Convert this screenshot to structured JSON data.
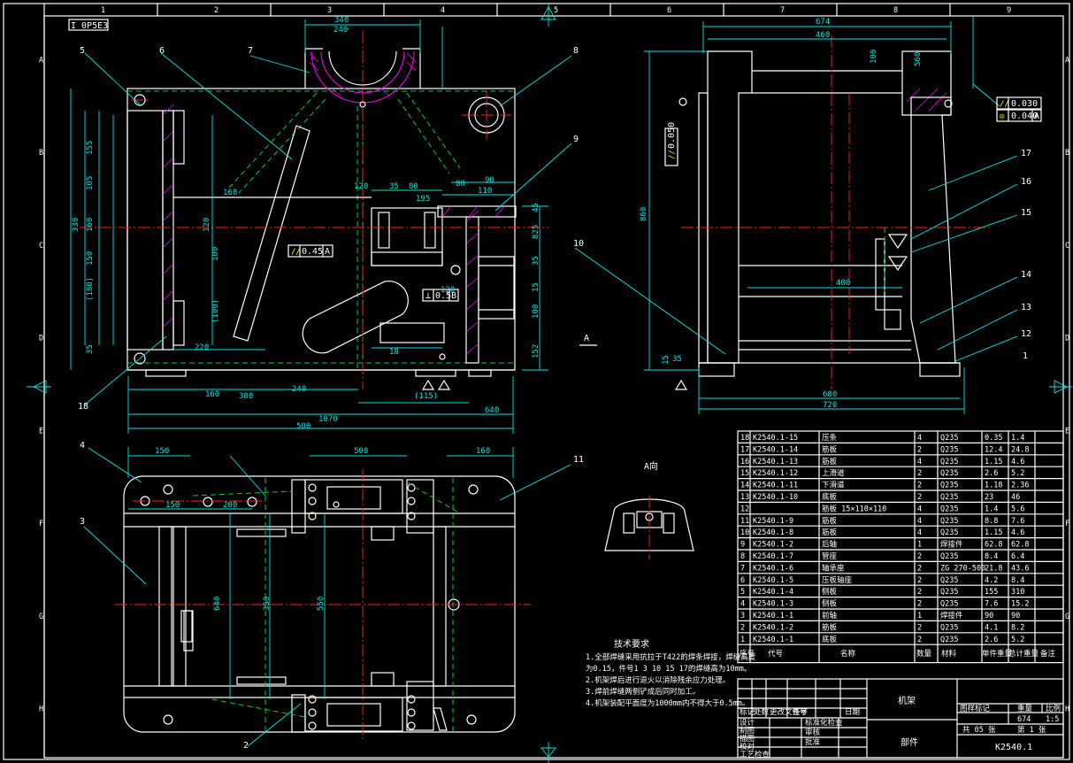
{
  "sheet": {
    "view_label": "I 0P5E3",
    "top_zone_numbers": [
      "1",
      "2",
      "3",
      "4",
      "5",
      "6",
      "7",
      "8",
      "9"
    ],
    "side_zone_letters": [
      "A",
      "B",
      "C",
      "D",
      "E",
      "F",
      "G",
      "H"
    ],
    "view_a_label": "A向",
    "view_a_arrow": "A"
  },
  "balloons": [
    "1",
    "2",
    "3",
    "4",
    "5",
    "6",
    "7",
    "8",
    "9",
    "10",
    "11",
    "12",
    "13",
    "14",
    "15",
    "16",
    "17",
    "18"
  ],
  "dimensions": {
    "front": [
      "340",
      "240",
      "155",
      "330",
      "160",
      "120",
      "100",
      "105",
      "150",
      "35",
      "(180)",
      "(100)",
      "220",
      "160",
      "80",
      "120",
      "35",
      "195",
      "152",
      "110",
      "90",
      "825",
      "300",
      "(115)",
      "640",
      "1070",
      "500",
      "15",
      "100",
      "45",
      "35",
      "18",
      "160",
      "240",
      "80",
      "120"
    ],
    "side": [
      "674",
      "460",
      "860",
      "100",
      "680",
      "720",
      "35",
      "400",
      "560",
      "15"
    ],
    "plan": [
      "150",
      "500",
      "160",
      "150",
      "200",
      "640",
      "350",
      "550"
    ]
  },
  "tolerances": {
    "front_parallel": [
      "//",
      "0.45",
      "A"
    ],
    "front_perp": [
      "⊥",
      "0.5",
      "B"
    ],
    "side_parallel": [
      "//",
      "0.030"
    ],
    "side_position": [
      "◎",
      "0.040",
      "A"
    ],
    "side_left": [
      "//",
      "0.050"
    ]
  },
  "notes": {
    "title": "技术要求",
    "lines": [
      "1.全部焊缝采用抗拉于T422的焊条焊接，焊缝高度",
      "为0.15，件号1 3 10 15 17的焊缝高为10mm。",
      "2.机架焊后进行退火以消除残余应力处理。",
      "3.焊前焊缝两侧铲成后同时加工。",
      "4.机架装配平面度为1000mm内不得大于0.5mm。"
    ]
  },
  "bom": {
    "headers": [
      "序号",
      "代号",
      "名称",
      "数量",
      "材料",
      "单件重量",
      "总计重量",
      "备注"
    ],
    "rows": [
      [
        "18",
        "K2540.1-15",
        "压条",
        "4",
        "Q235",
        "0.35",
        "1.4"
      ],
      [
        "17",
        "K2540.1-14",
        "筋板",
        "2",
        "Q235",
        "12.4",
        "24.8"
      ],
      [
        "16",
        "K2540.1-13",
        "筋板",
        "4",
        "Q235",
        "1.15",
        "4.6"
      ],
      [
        "15",
        "K2540.1-12",
        "上滑道",
        "2",
        "Q235",
        "2.6",
        "5.2"
      ],
      [
        "14",
        "K2540.1-11",
        "下滑道",
        "2",
        "Q235",
        "1.18",
        "2.36"
      ],
      [
        "13",
        "K2540.1-10",
        "底板",
        "2",
        "Q235",
        "23",
        "46"
      ],
      [
        "12",
        "",
        "筋板 15×110×110",
        "4",
        "Q235",
        "1.4",
        "5.6"
      ],
      [
        "11",
        "K2540.1-9",
        "筋板",
        "4",
        "Q235",
        "8.8",
        "7.6"
      ],
      [
        "10",
        "K2540.1-8",
        "筋板",
        "4",
        "Q235",
        "1.15",
        "4.6"
      ],
      [
        "9",
        "K2540.1-2",
        "后轴",
        "1",
        "焊接件",
        "62.8",
        "62.8"
      ],
      [
        "8",
        "K2540.1-7",
        "管座",
        "2",
        "Q235",
        "8.4",
        "6.4"
      ],
      [
        "7",
        "K2540.1-6",
        "轴承座",
        "2",
        "ZG 270-500",
        "21.8",
        "43.6"
      ],
      [
        "6",
        "K2540.1-5",
        "压板轴座",
        "2",
        "Q235",
        "4.2",
        "8.4"
      ],
      [
        "5",
        "K2540.1-4",
        "侧板",
        "2",
        "Q235",
        "155",
        "310"
      ],
      [
        "4",
        "K2540.1-3",
        "侧板",
        "2",
        "Q235",
        "7.6",
        "15.2"
      ],
      [
        "3",
        "K2540.1-1",
        "前轴",
        "1",
        "焊接件",
        "90",
        "90"
      ],
      [
        "2",
        "K2540.1-2",
        "筋板",
        "2",
        "Q235",
        "4.1",
        "8.2"
      ],
      [
        "1",
        "K2540.1-1",
        "底板",
        "2",
        "Q235",
        "2.6",
        "5.2"
      ]
    ]
  },
  "titleblock": {
    "name": "机架",
    "part_kind": "部件",
    "drawing_no": "K2540.1",
    "mark_weight_scale": [
      "图样标记",
      "重量",
      "比例"
    ],
    "weight": "674",
    "scale": "1:5",
    "sheets": "共 05 张",
    "sheet_no": "第 1 张",
    "sign_rows": [
      "设计",
      "制图",
      "描图",
      "校对",
      "工艺检查"
    ],
    "sign_cols": [
      "标记",
      "处数",
      "更改文件号",
      "签字",
      "日期"
    ],
    "approve": [
      "标准化检查",
      "审核",
      "批准"
    ]
  }
}
